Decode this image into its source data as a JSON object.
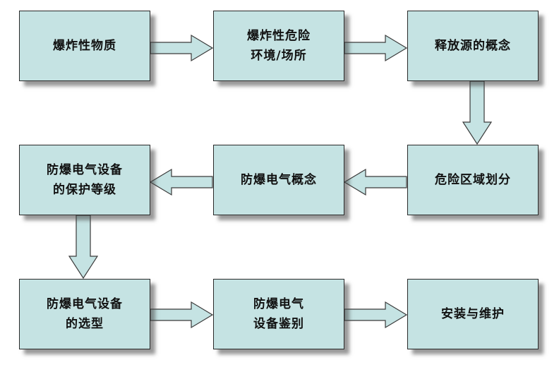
{
  "diagram": {
    "nodes": {
      "n1": {
        "label": "爆炸性物质"
      },
      "n2": {
        "label": "爆炸性危险\n环境/场所"
      },
      "n3": {
        "label": "释放源的概念"
      },
      "n4": {
        "label": "防爆电气设备\n的保护等级"
      },
      "n5": {
        "label": "防爆电气概念"
      },
      "n6": {
        "label": "危险区域划分"
      },
      "n7": {
        "label": "防爆电气设备\n的选型"
      },
      "n8": {
        "label": "防爆电气\n设备鉴别"
      },
      "n9": {
        "label": "安装与维护"
      }
    },
    "edges": [
      {
        "from": "n1",
        "to": "n2"
      },
      {
        "from": "n2",
        "to": "n3"
      },
      {
        "from": "n3",
        "to": "n6"
      },
      {
        "from": "n6",
        "to": "n5"
      },
      {
        "from": "n5",
        "to": "n4"
      },
      {
        "from": "n4",
        "to": "n7"
      },
      {
        "from": "n7",
        "to": "n8"
      },
      {
        "from": "n8",
        "to": "n9"
      }
    ],
    "colors": {
      "node_fill": "#c5e3e3",
      "arrow_fill": "#c5e3e3",
      "border": "#2a2a2a"
    }
  }
}
